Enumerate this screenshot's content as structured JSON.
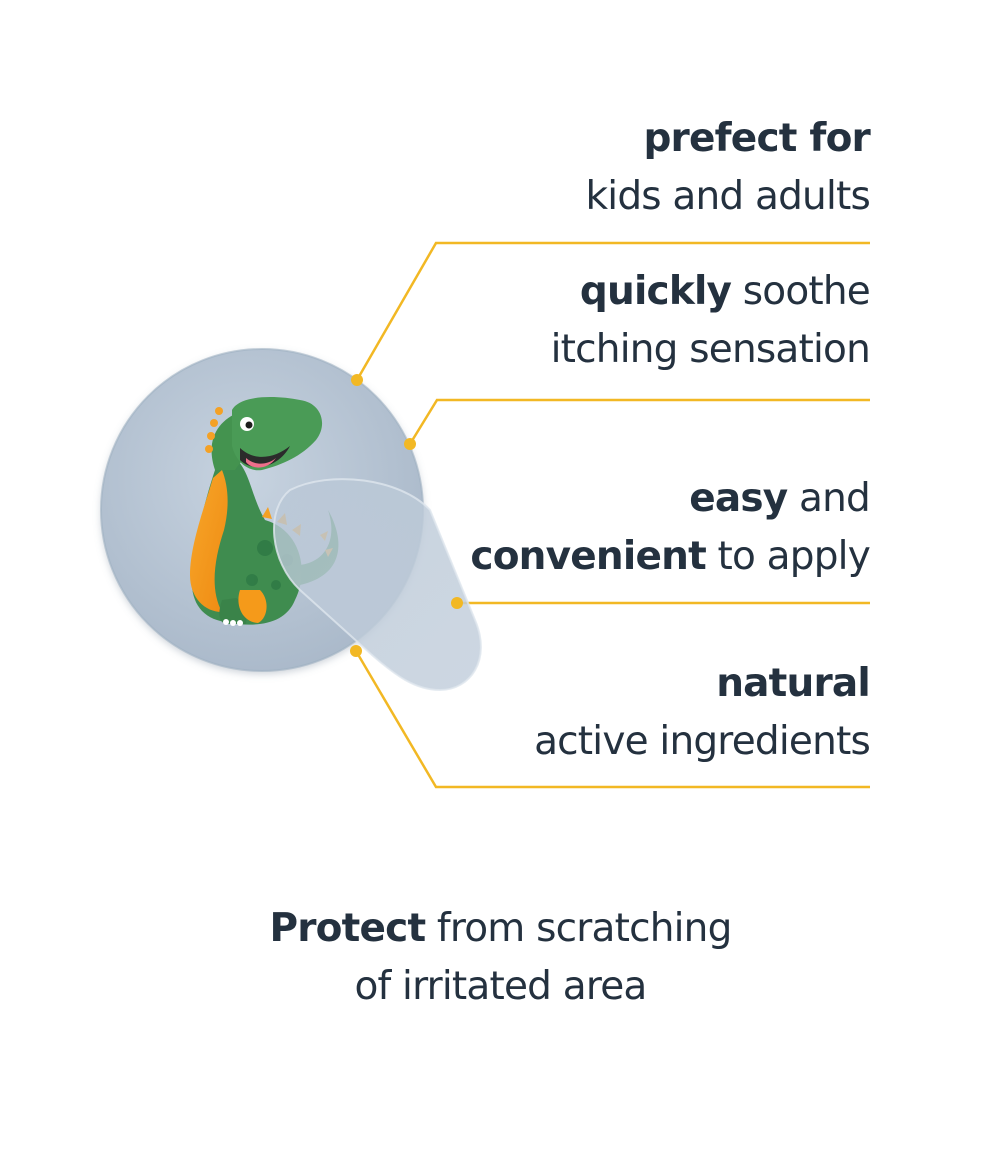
{
  "features": [
    {
      "bold": "prefect for",
      "line1_rest": "",
      "line2": "kids and adults"
    },
    {
      "bold": "quickly",
      "line1_rest": " soothe",
      "line2": "itching sensation"
    },
    {
      "bold1": "easy",
      "line1_rest": " and",
      "bold2": "convenient",
      "line2_rest": " to apply"
    },
    {
      "bold": "natural",
      "line2": "active ingredients"
    }
  ],
  "footer": {
    "bold": "Protect",
    "line1_rest": " from scratching",
    "line2": "of irritated area"
  },
  "colors": {
    "text": "#24313f",
    "accent_line": "#f2b824",
    "patch": "#b2c1d2",
    "dino_green": "#3f8c4f",
    "dino_orange": "#f59a1a"
  },
  "icons": {
    "product": "dinosaur-patch-illustration"
  }
}
